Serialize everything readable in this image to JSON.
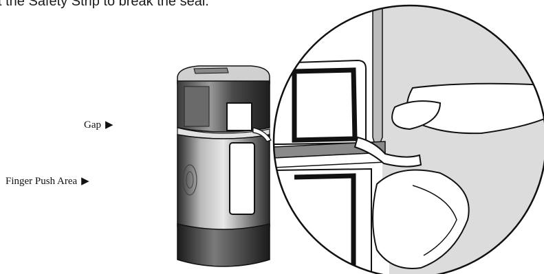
{
  "heading": "t the Safety Strip to break the seal.",
  "labels": {
    "gap": "Gap",
    "finger_push_area": "Finger Push Area"
  },
  "icons": {
    "callout_arrow": "triangle-right",
    "callout_arrow_glyph": "▶"
  },
  "colors": {
    "line": "#111111",
    "device_dark": "#2a2a2a",
    "device_mid": "#6e6e6e",
    "device_light": "#cfcfcf",
    "background_panel": "#dcdcdc"
  }
}
